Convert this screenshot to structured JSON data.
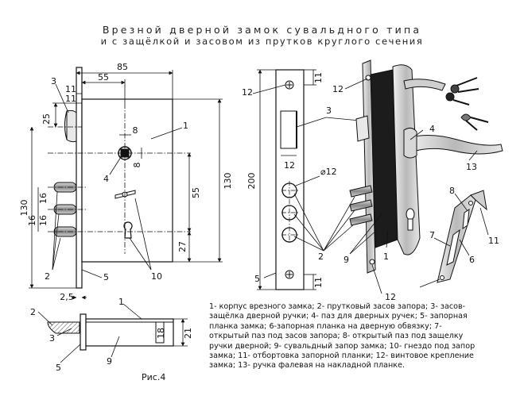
{
  "title": {
    "line1": "Врезной дверной замок сувальдного типа",
    "line2": "и с защёлкой и засовом  из прутков круглого сечения"
  },
  "figure_label": "Рис.4",
  "legend_text": "1- корпус врезного замка;  2- прутковый засов запора;  3- засов-защёлка дверной ручки;  4- паз для дверных ручек;  5- запорная планка замка;  6-запорная планка на дверную обвязку;  7- открытый паз под засов запора;  8- открытый паз под защелку ручки дверной; 9- сувальдный запор замка;  10- гнездо под запор замка;  11- отбортовка запорной планки;  12- винтовое крепление замка;  13- ручка фалевая на накладной планке.",
  "dims": {
    "d85": "85",
    "d55_top": "55",
    "d11_top": "11",
    "d25": "25",
    "d8_h": "8",
    "d8_v": "8",
    "d130_right": "130",
    "d55_right": "55",
    "d27": "27",
    "d130_left": "130",
    "d16a": "16",
    "d16b": "16",
    "d16c": "16",
    "d25_bottom": "2,5",
    "d200": "200",
    "d11_plate_top": "11",
    "d11_plate_bottom": "11",
    "d12_plate": "12",
    "d12_dia": "⌀12",
    "d18": "18",
    "d21": "21"
  },
  "callouts": {
    "c3_left": "3",
    "c11_left": "11",
    "c1_body": "1",
    "c4_body": "4",
    "c2_left": "2",
    "c5_left": "5",
    "c10": "10",
    "c2_sec": "2",
    "c3_sec": "3",
    "c5_sec": "5",
    "c1_sec": "1",
    "c9_sec": "9",
    "c12_top_plate": "12",
    "c5_plate": "5",
    "c12_iso_top": "12",
    "c3_iso": "3",
    "c4_iso": "4",
    "c13_iso": "13",
    "c2_iso": "2",
    "c9_iso": "9",
    "c1_iso": "1",
    "c12_iso_bottom": "12",
    "c8_strike": "8",
    "c7_strike": "7",
    "c6_strike": "6",
    "c11_strike": "11"
  }
}
